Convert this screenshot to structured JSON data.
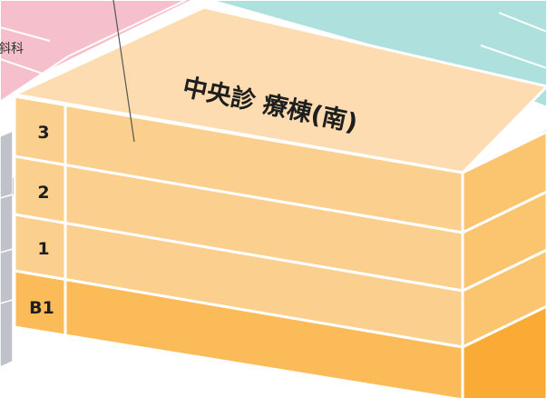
{
  "map": {
    "building_name": "中央診 療棟(南)",
    "neighbor_label_fragment": "斜科",
    "floors": [
      {
        "label": "3"
      },
      {
        "label": "2"
      },
      {
        "label": "1"
      },
      {
        "label": "B1"
      }
    ]
  },
  "colors": {
    "building_top": "#fcdcb0",
    "floor_upper": "#fbcf8e",
    "floor_basement": "#fbbb59",
    "side_upper": "#fbc46f",
    "side_basement": "#f9ab35",
    "label_column": "#fcd7a0",
    "pink_building": "#f5bfcc",
    "teal_building": "#aee0dd",
    "blue_building": "#b7dcf1",
    "gray_building": "#bfc2c8",
    "outline": "#ffffff",
    "text": "#1e1e1e"
  }
}
